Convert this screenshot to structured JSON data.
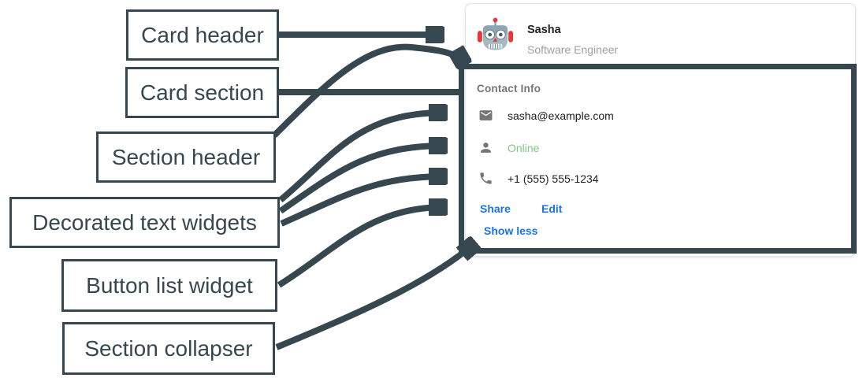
{
  "annotations": {
    "labels": [
      {
        "text": "Card header"
      },
      {
        "text": "Card section"
      },
      {
        "text": "Section header"
      },
      {
        "text": "Decorated text widgets"
      },
      {
        "text": "Button list widget"
      },
      {
        "text": "Section collapser"
      }
    ]
  },
  "card": {
    "header": {
      "avatar_icon": "robot-avatar",
      "name": "Sasha",
      "subtitle": "Software Engineer"
    },
    "section": {
      "header": "Contact Info",
      "rows": [
        {
          "icon": "mail-icon",
          "text": "sasha@example.com"
        },
        {
          "icon": "person-icon",
          "text": "Online"
        },
        {
          "icon": "phone-icon",
          "text": "+1 (555) 555-1234"
        }
      ],
      "buttons": [
        {
          "label": "Share"
        },
        {
          "label": "Edit"
        }
      ],
      "collapser_label": "Show less"
    }
  },
  "colors": {
    "annotation": "#37474F",
    "link_blue": "#1A73E8",
    "status_green": "#81C784",
    "icon_gray": "#757575",
    "text_dark": "#202124",
    "text_gray": "#9AA0A6"
  }
}
